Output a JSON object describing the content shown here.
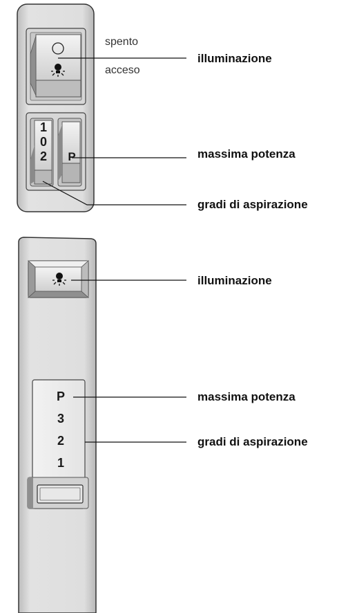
{
  "top_panel": {
    "state_off": "spento",
    "state_on": "acceso",
    "label_light": "illuminazione",
    "label_power": "massima potenza",
    "label_levels": "gradi di aspirazione",
    "rocker_digits": [
      "1",
      "0",
      "2"
    ],
    "boost_key": "P",
    "off_icon": "circle-icon",
    "on_icon": "lightbulb-icon"
  },
  "bottom_panel": {
    "label_light": "illuminazione",
    "label_power": "massima potenza",
    "label_levels": "gradi di aspirazione",
    "slider_steps": [
      "P",
      "3",
      "2",
      "1"
    ],
    "light_icon": "lightbulb-icon"
  },
  "colors": {
    "panel": "#dcdcdc",
    "panel_edge": "#333333",
    "leader": "#111111"
  }
}
